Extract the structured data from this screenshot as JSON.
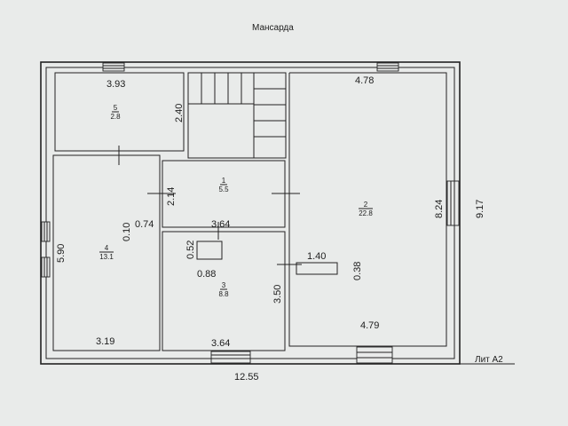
{
  "title": "Мансарда",
  "lit": "Лит А2",
  "rooms": [
    {
      "id": "r5",
      "number": "5",
      "area": "2.8"
    },
    {
      "id": "r1",
      "number": "1",
      "area": "5.5"
    },
    {
      "id": "r2",
      "number": "2",
      "area": "22.8"
    },
    {
      "id": "r4",
      "number": "4",
      "area": "13.1"
    },
    {
      "id": "r3",
      "number": "3",
      "area": "8.8"
    }
  ],
  "dimensions": {
    "d393": "3.93",
    "d478": "4.78",
    "d240": "2.40",
    "d214": "2.14",
    "d824": "8.24",
    "d917": "9.17",
    "d010": "0.10",
    "d074": "0.74",
    "d364a": "3.64",
    "d590": "5.90",
    "d052": "0.52",
    "d088": "0.88",
    "d140": "1.40",
    "d038": "0.38",
    "d350": "3.50",
    "d479": "4.79",
    "d319": "3.19",
    "d364b": "3.64",
    "d1255": "12.55"
  },
  "colors": {
    "background": "#e9ebea",
    "line": "#222222"
  }
}
